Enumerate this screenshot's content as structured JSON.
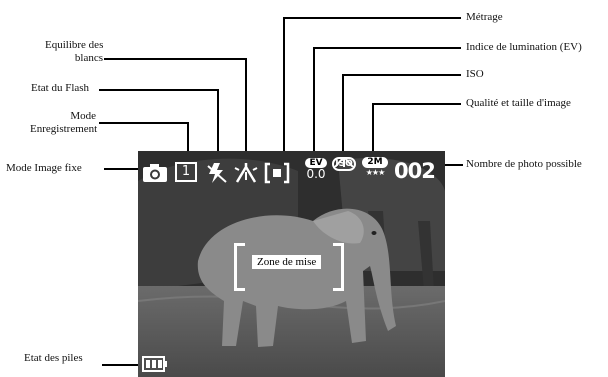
{
  "labels": {
    "metrage": "Métrage",
    "equilibre_line1": "Equilibre des",
    "equilibre_line2": "blancs",
    "indice": "Indice de lumination (EV)",
    "etat_flash": "Etat du Flash",
    "iso": "ISO",
    "mode_enr_line1": "Mode",
    "mode_enr_line2": "Enregistrement",
    "qualite": "Qualité et taille d'image",
    "mode_image_fixe": "Mode Image fixe",
    "nombre_photo": "Nombre de photo possible",
    "etat_piles": "Etat des piles"
  },
  "screen": {
    "frame_number": "1",
    "ev_badge": "EV",
    "ev_value": "0.0",
    "iso_badge": "ISO",
    "size_badge": "2M",
    "quality_stars": "★★★",
    "shots_remaining": "002",
    "focus_zone_label": "Zone de mise"
  },
  "icons": [
    "camera-icon",
    "frame-mode-icon",
    "flash-off-icon",
    "white-balance-icon",
    "metering-icon",
    "ev-icon",
    "iso-icon",
    "image-size-icon",
    "battery-icon"
  ]
}
